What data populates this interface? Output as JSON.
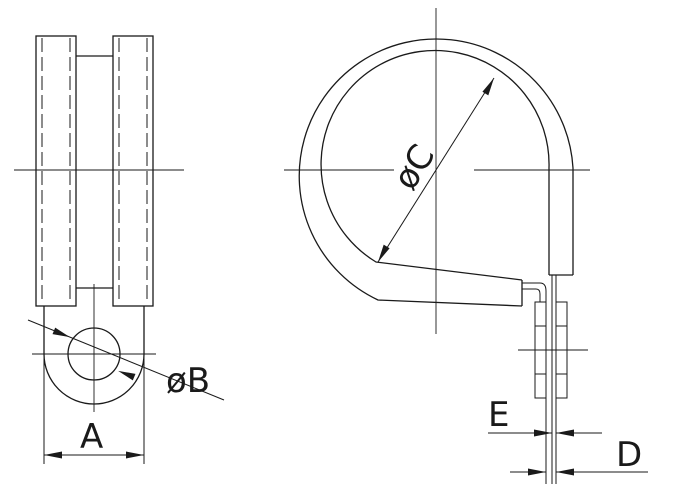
{
  "labels": {
    "a": "A",
    "b": "øB",
    "c": "øC",
    "d": "D",
    "e": "E"
  },
  "colors": {
    "line": "#1a1a1a",
    "background": "#ffffff"
  }
}
